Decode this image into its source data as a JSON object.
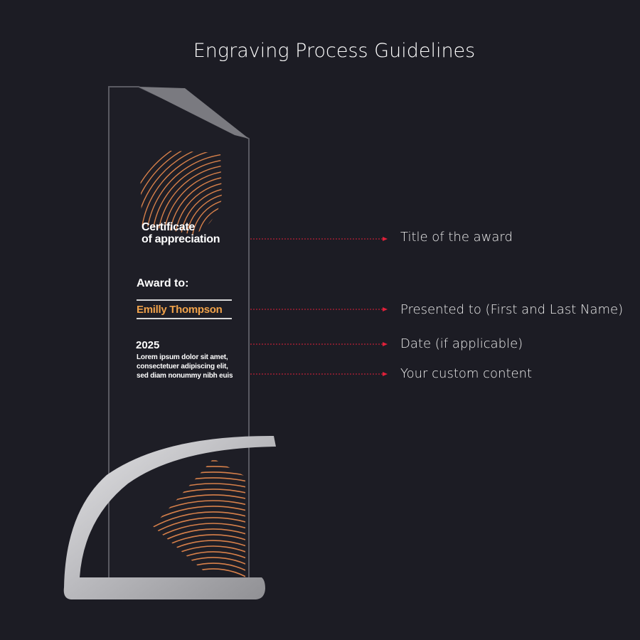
{
  "heading": "Engraving Process Guidelines",
  "trophy": {
    "certificate_line1": "Certificate",
    "certificate_line2": "of appreciation",
    "award_label": "Award to:",
    "recipient_name": "Emilly Thompson",
    "year": "2025",
    "custom_text": [
      "Lorem ipsum dolor sit amet,",
      "consectetuer adipiscing elit,",
      "sed diam nonummy nibh euis"
    ]
  },
  "callouts": [
    "Title of the award",
    "Presented to (First and Last Name)",
    "Date (if applicable)",
    "Your custom content"
  ],
  "colors": {
    "background": "#1c1c24",
    "accent": "#f0a24a",
    "pattern": "#d7804a",
    "leader_line": "#e0203a",
    "metal": "#c8c8cc"
  }
}
